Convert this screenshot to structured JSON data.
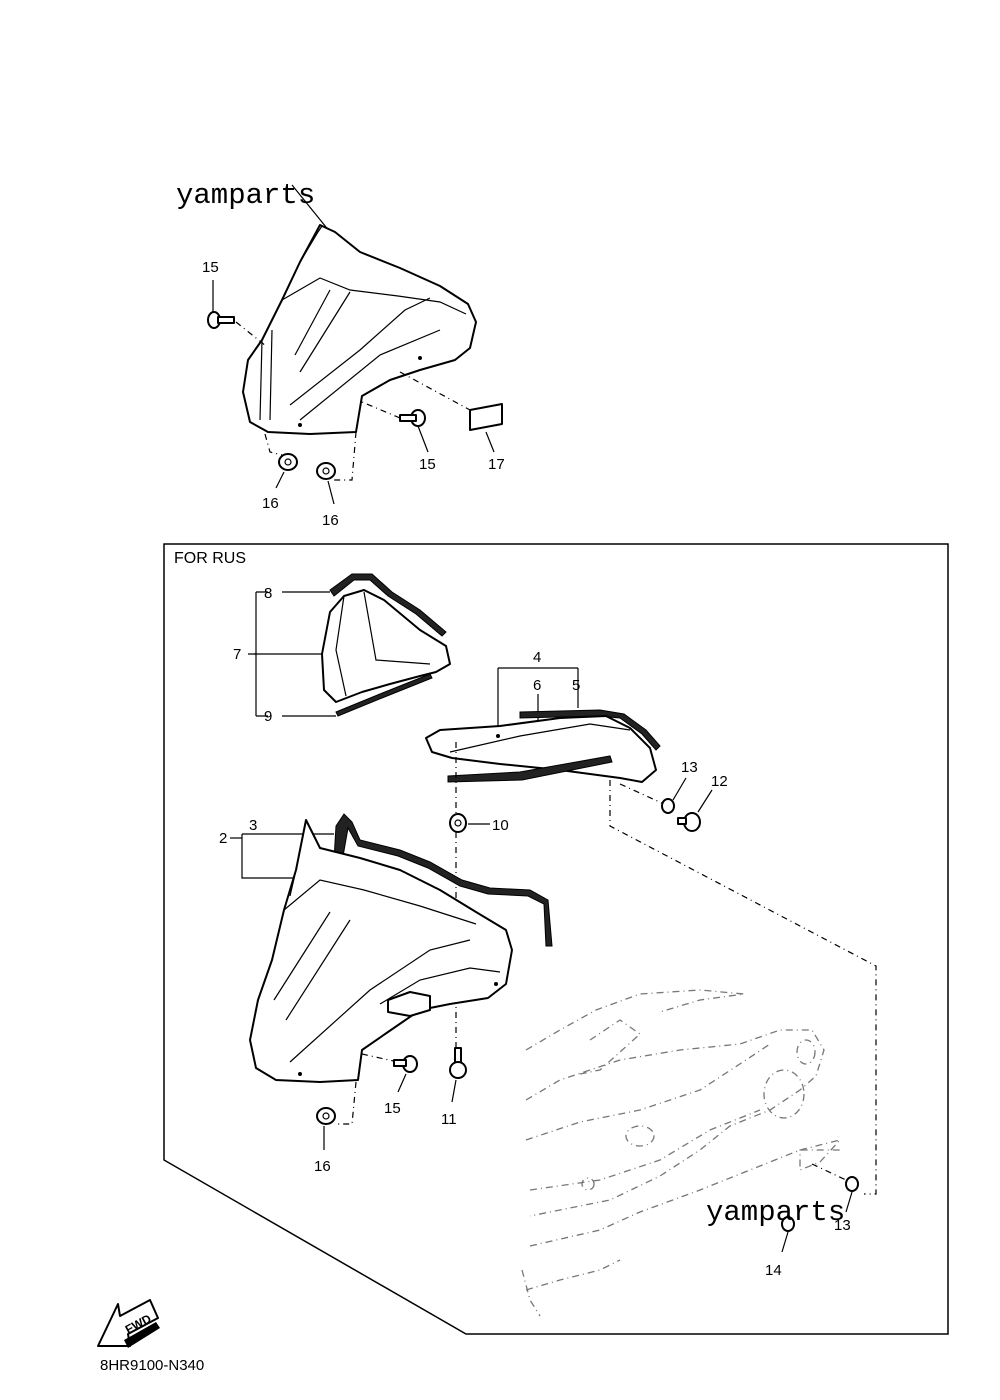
{
  "watermark": "yamparts",
  "box_title": "FOR RUS",
  "diagram_code": "8HR9100-N340",
  "fwd_label": "FWD",
  "callouts": {
    "c2": "2",
    "c3": "3",
    "c4": "4",
    "c5": "5",
    "c6": "6",
    "c7": "7",
    "c8": "8",
    "c9": "9",
    "c10": "10",
    "c11": "11",
    "c12": "12",
    "c13a": "13",
    "c13b": "13",
    "c14": "14",
    "c15a": "15",
    "c15b": "15",
    "c15c": "15",
    "c16a": "16",
    "c16b": "16",
    "c16c": "16",
    "c17": "17"
  }
}
